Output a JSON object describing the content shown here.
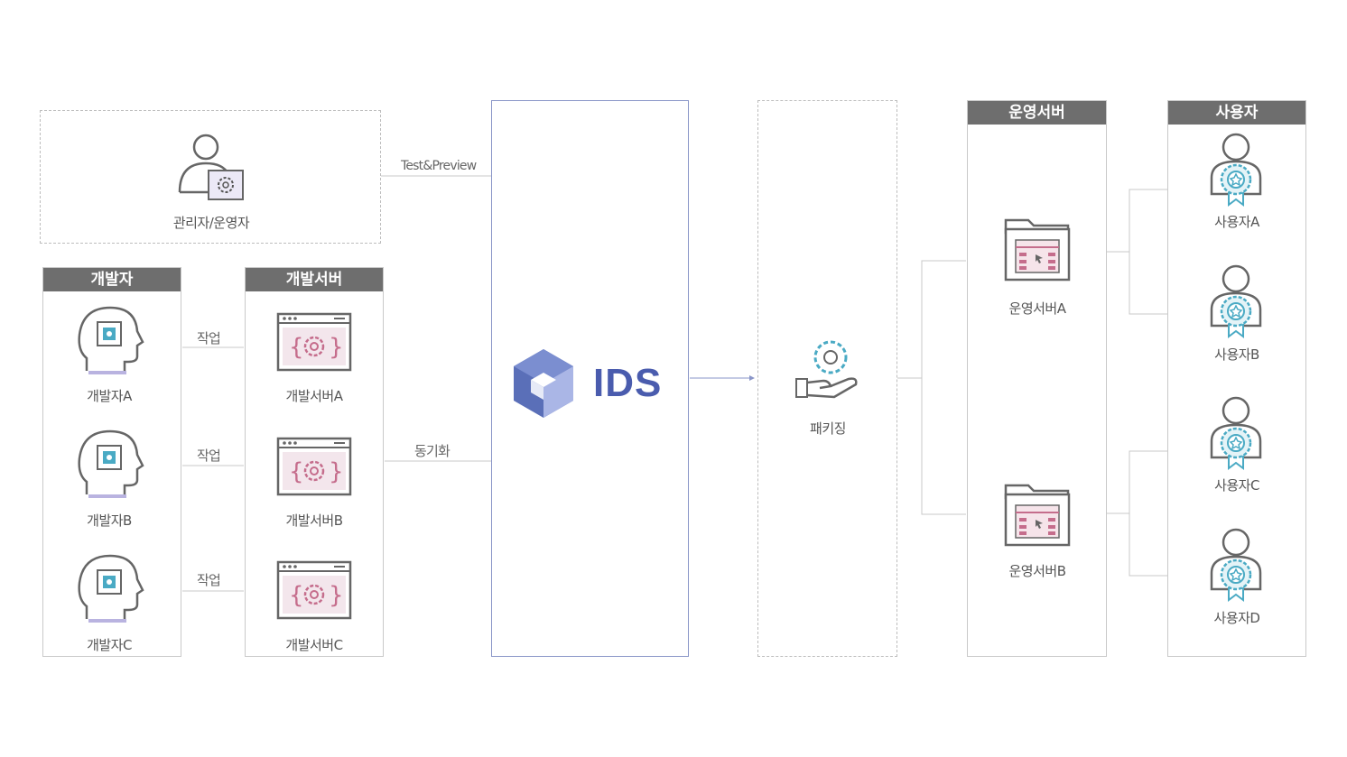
{
  "admin": {
    "label": "관리자/운영자",
    "edge_label": "Test&Preview"
  },
  "developers": {
    "header": "개발자",
    "items": [
      "개발자A",
      "개발자B",
      "개발자C"
    ]
  },
  "dev_servers": {
    "header": "개발서버",
    "items": [
      "개발서버A",
      "개발서버B",
      "개발서버C"
    ]
  },
  "work_label": "작업",
  "sync_label": "동기화",
  "ids": {
    "text": "IDS"
  },
  "packaging": {
    "label": "패키징"
  },
  "ops_servers": {
    "header": "운영서버",
    "items": [
      "운영서버A",
      "운영서버B"
    ]
  },
  "users": {
    "header": "사용자",
    "items": [
      "사용자A",
      "사용자B",
      "사용자C",
      "사용자D"
    ]
  }
}
